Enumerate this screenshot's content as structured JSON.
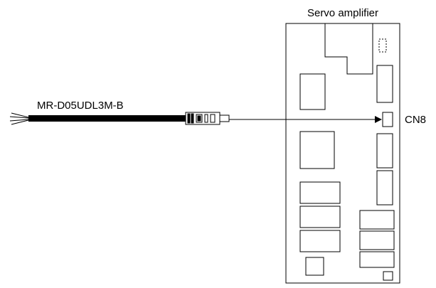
{
  "diagram": {
    "amplifier_label": "Servo amplifier",
    "cable_label": "MR-D05UDL3M-B",
    "connector_label": "CN8"
  }
}
